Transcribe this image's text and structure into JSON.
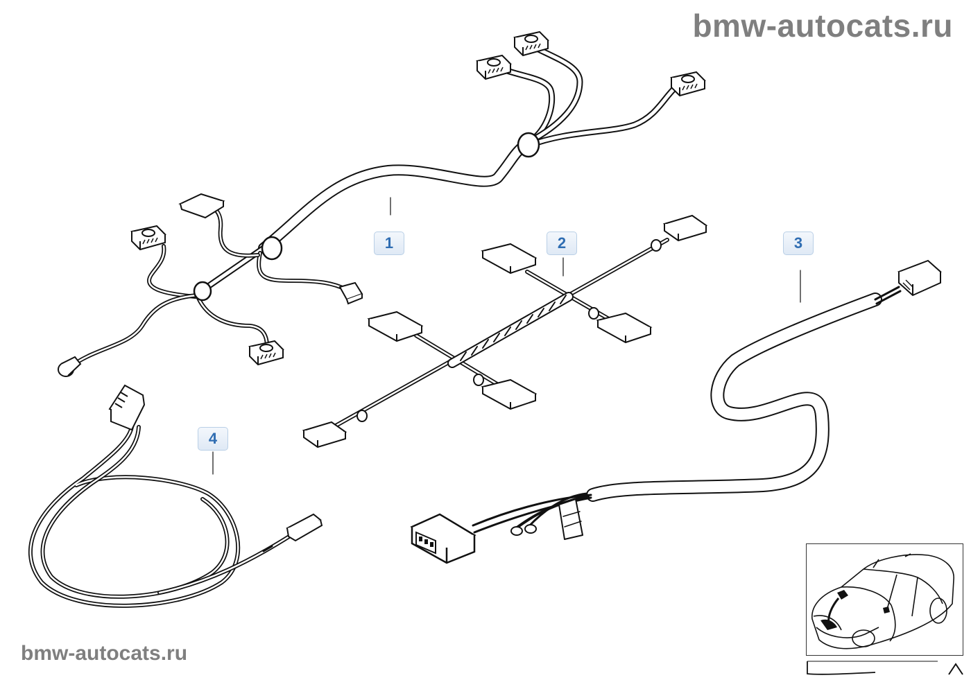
{
  "watermark": {
    "top": "bmw-autocats.ru",
    "bottom": "bmw-autocats.ru"
  },
  "callouts": [
    {
      "label": "1"
    },
    {
      "label": "2"
    },
    {
      "label": "3"
    },
    {
      "label": "4"
    }
  ],
  "icons": {
    "car_thumbnail": "car-outline-icon",
    "nav_arrow": "triangle-up-icon"
  },
  "colors": {
    "line": "#111111",
    "watermark": "#7f7f7f",
    "callout_text": "#2f6db2",
    "callout_border": "#b9cfe6"
  }
}
